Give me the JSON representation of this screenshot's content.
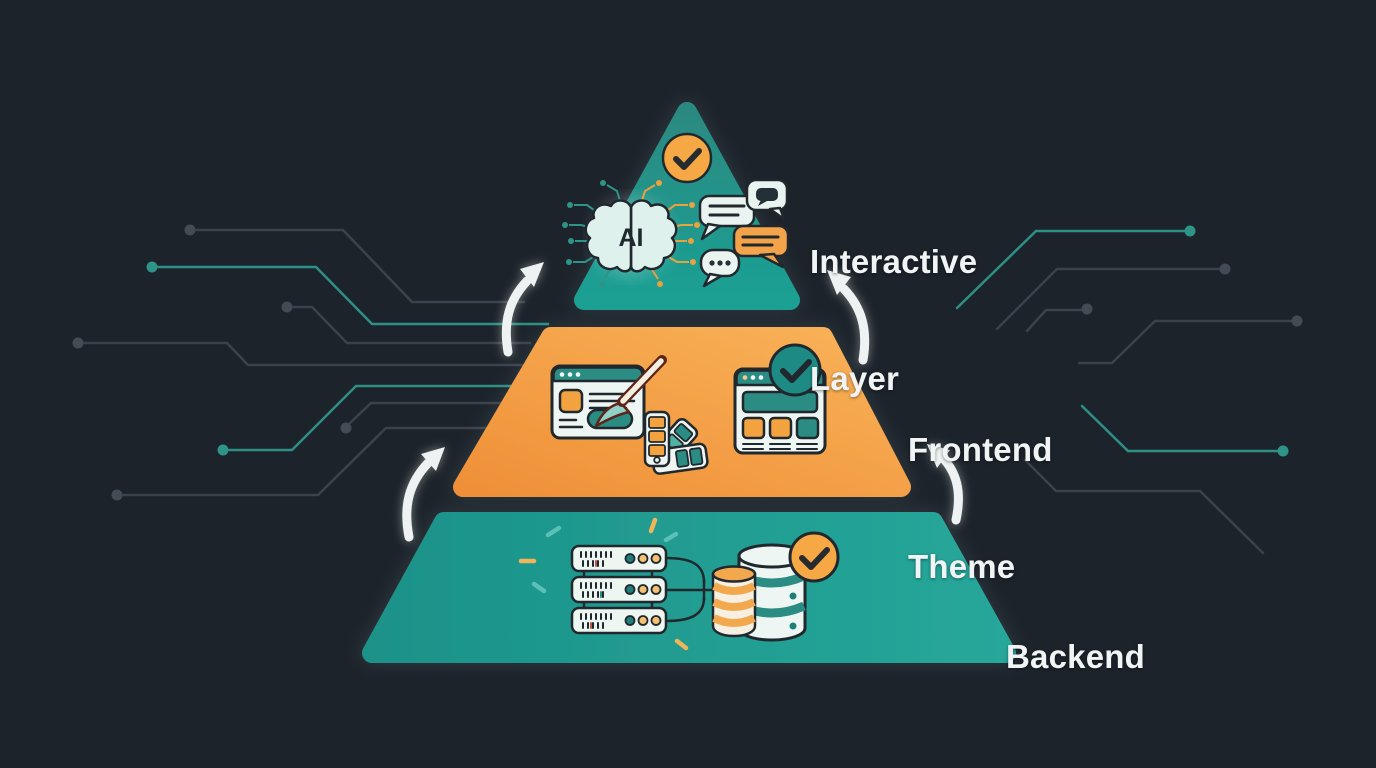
{
  "background_color": "#1C232B",
  "pyramid": {
    "layers": [
      {
        "name": "interactive-layer",
        "label_line1": "Interactive",
        "label_line2": "Layer",
        "shape": "triangle",
        "color_top": "#2B8A81",
        "color_bottom": "#1AA094",
        "icons": [
          "check-badge",
          "ai-brain",
          "chat-bubbles"
        ]
      },
      {
        "name": "frontend-theme",
        "label_line1": "Frontend",
        "label_line2": "Theme",
        "shape": "trapezoid",
        "color_left": "#EF9038",
        "color_right": "#F9B258",
        "icons": [
          "design-window",
          "paintbrush",
          "color-swatches",
          "layout-window",
          "check-badge"
        ]
      },
      {
        "name": "backend",
        "label_line1": "Backend",
        "label_line2": "",
        "shape": "trapezoid",
        "color_left": "#1C9289",
        "color_right": "#26A79A",
        "icons": [
          "server-stack",
          "database-cylinders",
          "check-badge"
        ]
      }
    ]
  },
  "ai_brain": {
    "label": "AI"
  },
  "colors": {
    "label_text": "#F1F4F4",
    "trace_gray": "#3A434C",
    "trace_teal": "#2E8F85",
    "accent_orange": "#F6A844",
    "accent_teal": "#1E8A84",
    "icon_outline": "#20282E",
    "icon_fill": "#EDF6F2",
    "arrow": "#EFF2F2"
  }
}
